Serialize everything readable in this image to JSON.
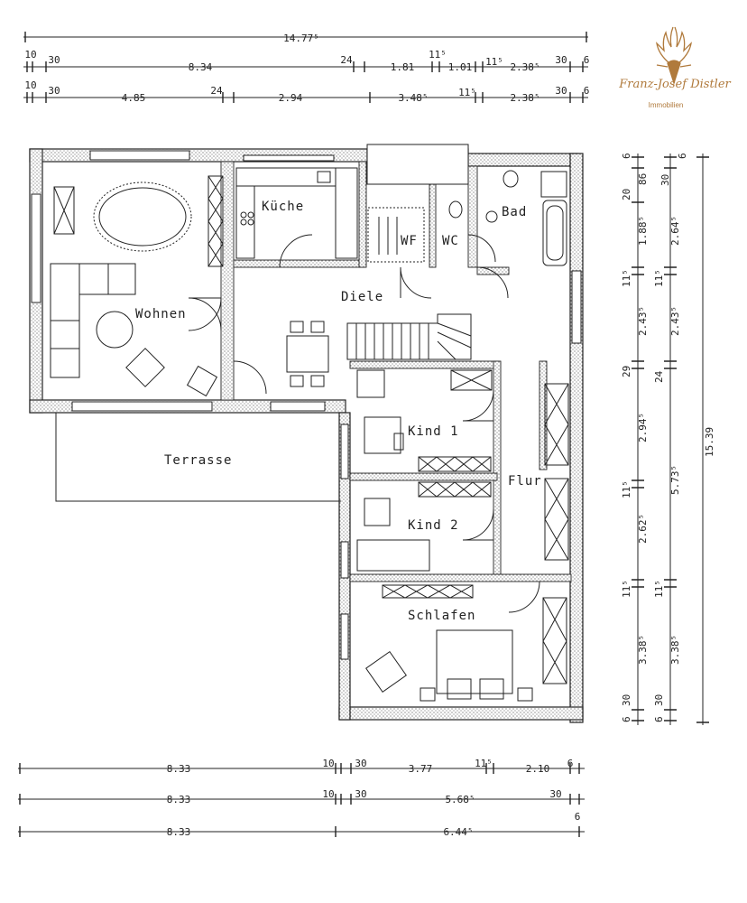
{
  "logo": {
    "name": "Franz-Josef Distler",
    "subtitle": "Immobilien",
    "color": "#b07a3c"
  },
  "rooms": {
    "wohnen": "Wohnen",
    "kueche": "Küche",
    "diele": "Diele",
    "wf": "WF",
    "wc": "WC",
    "bad": "Bad",
    "kind1": "Kind 1",
    "kind2": "Kind 2",
    "flur": "Flur",
    "schlafen": "Schlafen",
    "terrasse": "Terrasse"
  },
  "dims_top": {
    "row1": {
      "total": "14.77⁵"
    },
    "row2": [
      "10",
      "30",
      "8.34",
      "24",
      "1.81",
      "11⁵",
      "1.01",
      "11⁵",
      "2.38⁵",
      "30",
      "6"
    ],
    "row3": [
      "10",
      "30",
      "4.85",
      "24",
      "2.94",
      "3.48⁵",
      "11⁵",
      "2.38⁵",
      "30",
      "6"
    ]
  },
  "dims_bottom": {
    "row1": [
      "8.33",
      "10",
      "30",
      "3.77",
      "11⁵",
      "2.10",
      "6"
    ],
    "row2": [
      "8.33",
      "10",
      "30",
      "5.68⁵",
      "30",
      "6"
    ],
    "row3": [
      "8.33",
      "6.44⁵"
    ]
  },
  "dims_right": {
    "col1": [
      "6",
      "20",
      "86",
      "1.88⁵",
      "11⁵",
      "2.43⁵",
      "29",
      "2.94⁵",
      "11⁵",
      "2.62⁵",
      "11⁵",
      "3.38⁵",
      "30",
      "6"
    ],
    "col2": [
      "6",
      "30",
      "2.64⁵",
      "11⁵",
      "2.43⁵",
      "24",
      "5.73⁵",
      "11⁵",
      "3.38⁵",
      "30",
      "6"
    ],
    "col3": [
      "15.39"
    ]
  }
}
